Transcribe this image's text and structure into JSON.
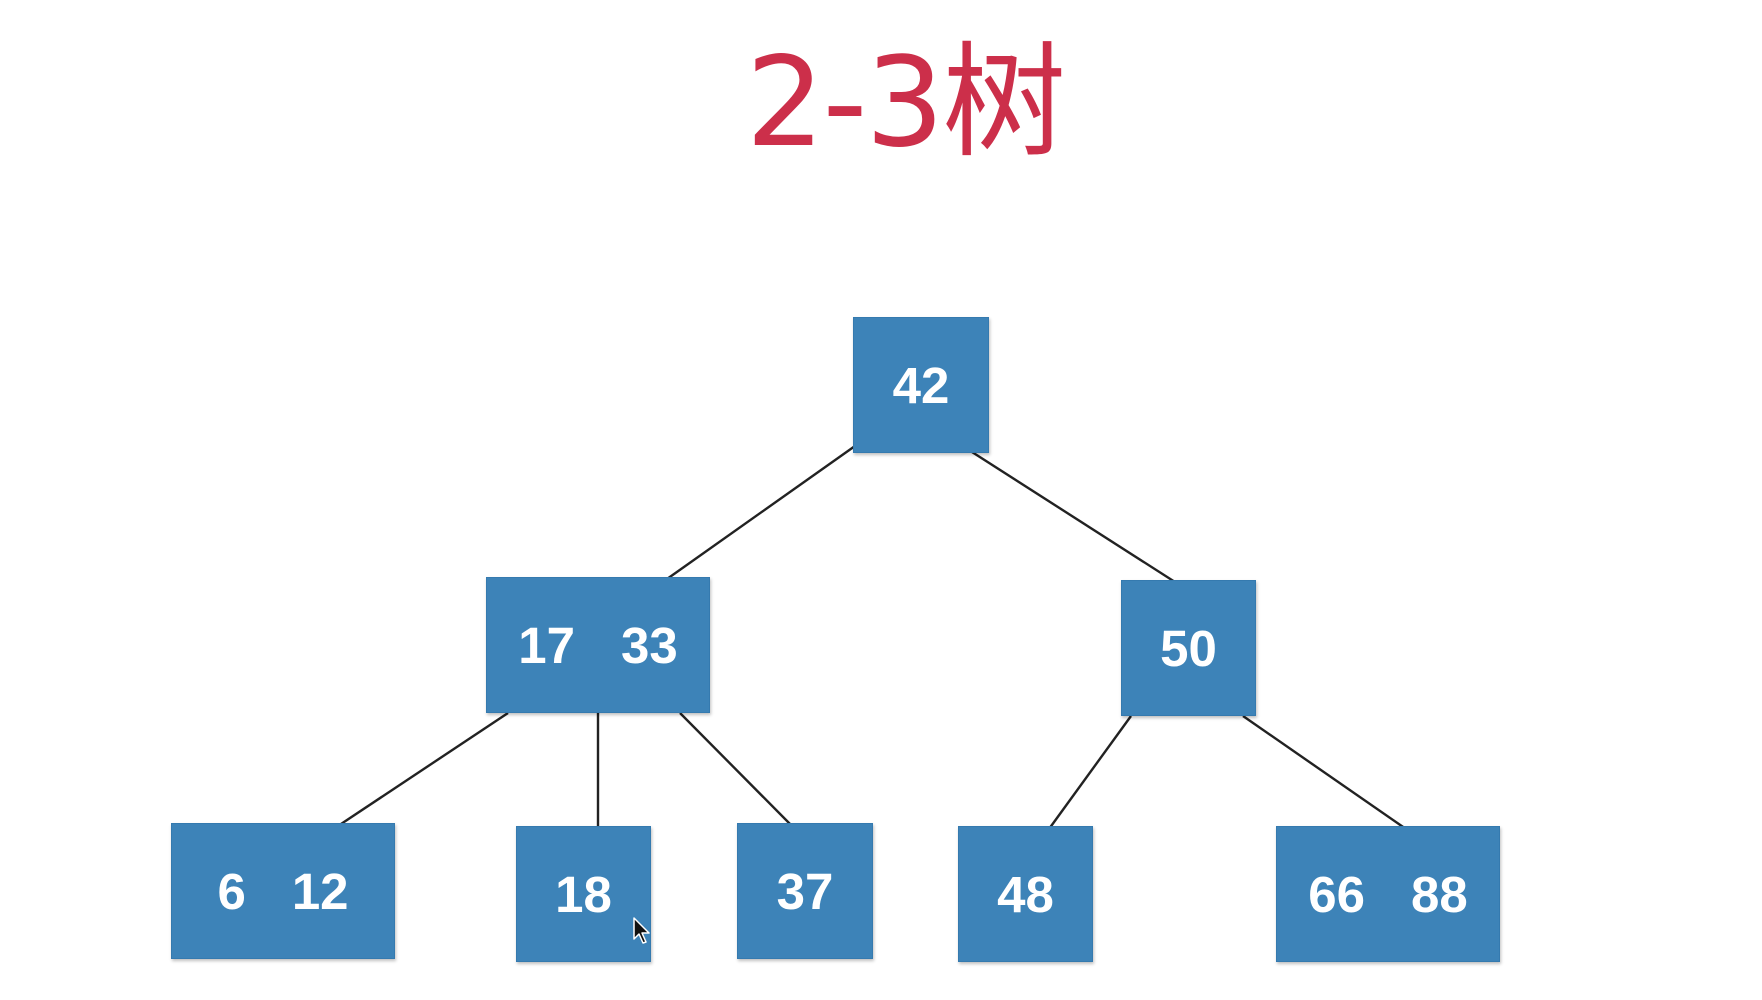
{
  "title": "2-3树",
  "colors": {
    "title": "#cc2f4a",
    "node_fill": "#3d83b8",
    "node_text": "#ffffff",
    "edge": "#222222",
    "background": "#ffffff"
  },
  "tree": {
    "root": {
      "keys": [
        "42"
      ]
    },
    "level1": [
      {
        "keys": [
          "17",
          "33"
        ]
      },
      {
        "keys": [
          "50"
        ]
      }
    ],
    "level2": [
      {
        "keys": [
          "6",
          "12"
        ]
      },
      {
        "keys": [
          "18"
        ]
      },
      {
        "keys": [
          "37"
        ]
      },
      {
        "keys": [
          "48"
        ]
      },
      {
        "keys": [
          "66",
          "88"
        ]
      }
    ]
  },
  "cursor_icon": "mouse-pointer-icon"
}
